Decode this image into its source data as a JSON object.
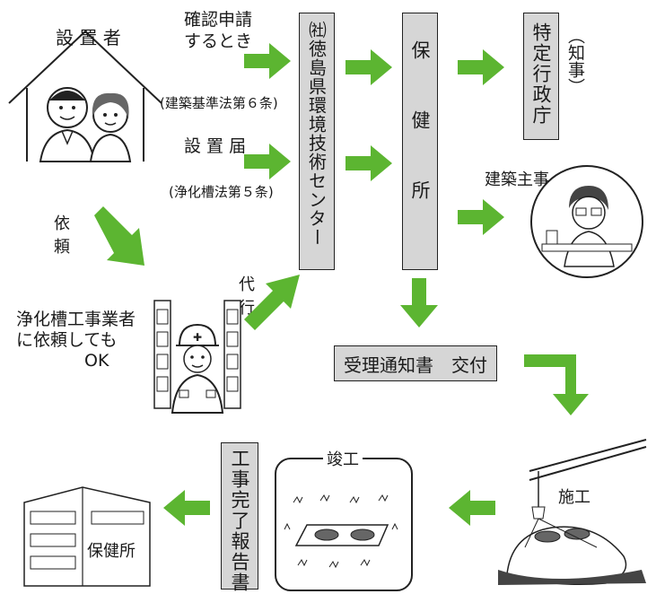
{
  "applicant": {
    "label": "設 置 者"
  },
  "flow": {
    "confirm_label": "確認申請\nするとき",
    "building_law": "(建築基準法第６条)",
    "install_label": "設 置 届",
    "septic_law": "(浄化槽法第５条)",
    "request_label": "依\n頼",
    "contractor_text": "浄化槽工事業者\nに依頼しても\n　　　　OK",
    "proxy_label": "代\n行"
  },
  "boxes": {
    "center": "㈳徳島県環境技術センター",
    "health_center": "保　健　所",
    "governor_office": "特定行政庁",
    "governor_note": "︵知事︶",
    "notice": "受理通知書　交付",
    "completion_report": "工事完了報告書"
  },
  "labels": {
    "building_official": "建築主事",
    "completion": "竣工",
    "construction": "施工",
    "health_center_building": "保健所"
  },
  "colors": {
    "arrow": "#5cb531",
    "box": "#d6d6d6"
  }
}
